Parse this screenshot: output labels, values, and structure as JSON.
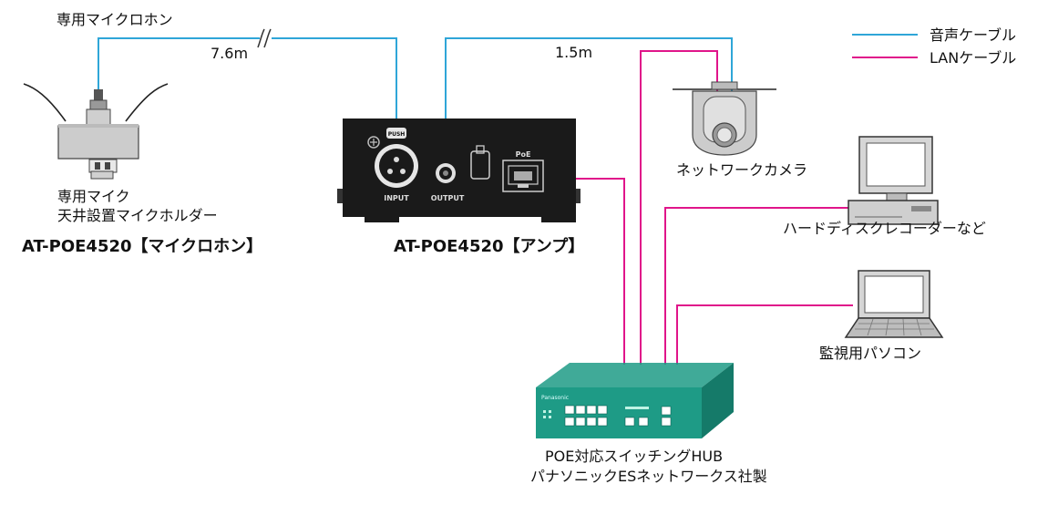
{
  "colors": {
    "audio": "#2fa6d8",
    "lan": "#e0158a",
    "hub": "#1e9b86",
    "device": "#1a1a1a"
  },
  "legend": {
    "audio": "音声ケーブル",
    "lan": "LANケーブル"
  },
  "labels": {
    "mic_top": "専用マイクロホン",
    "len_long": "7.6m",
    "len_short": "1.5m",
    "mic_holder_1": "専用マイク",
    "mic_holder_2": "天井設置マイクホルダー",
    "mic_model": "AT-POE4520【マイクロホン】",
    "amp_model": "AT-POE4520【アンプ】",
    "amp_input": "INPUT",
    "amp_output": "OUTPUT",
    "amp_poe": "PoE",
    "amp_push": "PUSH",
    "camera": "ネットワークカメラ",
    "hdd": "ハードディスクレコーダーなど",
    "pc": "監視用パソコン",
    "hub_1": "POE対応スイッチングHUB",
    "hub_2": "パナソニックESネットワークス社製",
    "hub_brand": "Panasonic"
  }
}
